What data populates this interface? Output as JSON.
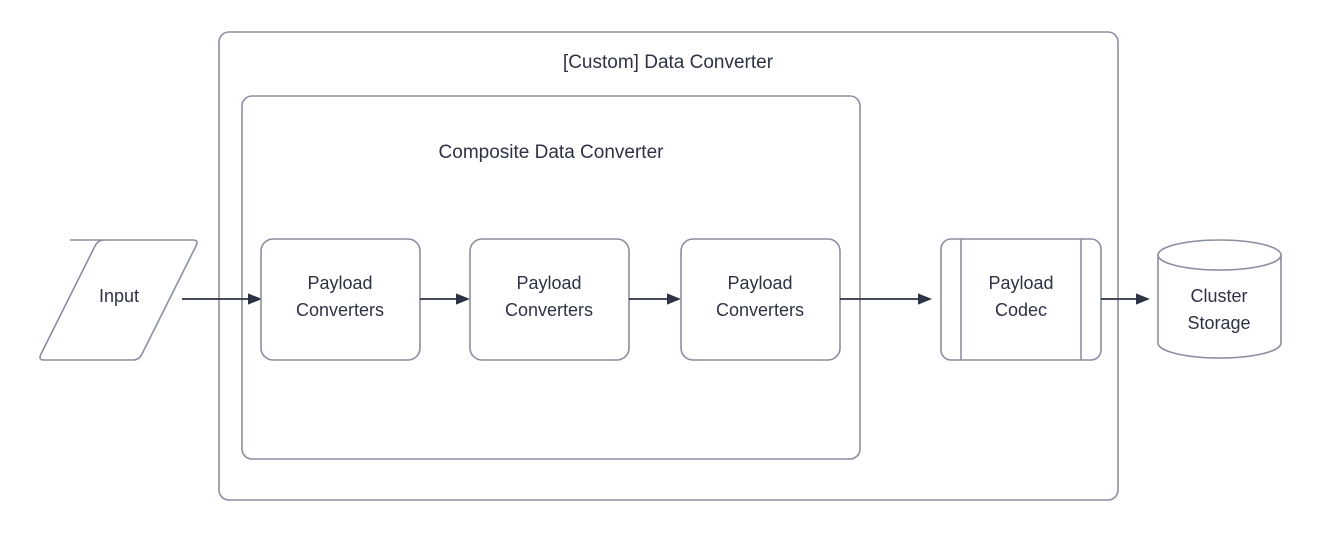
{
  "diagram": {
    "type": "flowchart",
    "background_color": "#ffffff",
    "stroke_color": "#8a8fa0",
    "connector_color": "#2d3344",
    "text_color": "#2d3344",
    "containers": [
      {
        "id": "custom-data-converter",
        "title": "[Custom] Data Converter",
        "shape": "rounded-rectangle"
      },
      {
        "id": "composite-data-converter",
        "title": "Composite Data Converter",
        "shape": "rounded-rectangle"
      }
    ],
    "nodes": [
      {
        "id": "input",
        "label": "Input",
        "shape": "parallelogram"
      },
      {
        "id": "payload-converters-1",
        "label_line1": "Payload",
        "label_line2": "Converters",
        "shape": "rounded-rectangle"
      },
      {
        "id": "payload-converters-2",
        "label_line1": "Payload",
        "label_line2": "Converters",
        "shape": "rounded-rectangle"
      },
      {
        "id": "payload-converters-3",
        "label_line1": "Payload",
        "label_line2": "Converters",
        "shape": "rounded-rectangle"
      },
      {
        "id": "payload-codec",
        "label_line1": "Payload",
        "label_line2": "Codec",
        "shape": "predefined-process"
      },
      {
        "id": "cluster-storage",
        "label_line1": "Cluster",
        "label_line2": "Storage",
        "shape": "cylinder"
      }
    ],
    "edges": [
      {
        "id": "edge-input-to-pc1",
        "from": "input",
        "to": "payload-converters-1",
        "style": "solid-arrow"
      },
      {
        "id": "edge-pc1-to-pc2",
        "from": "payload-converters-1",
        "to": "payload-converters-2",
        "style": "solid-arrow"
      },
      {
        "id": "edge-pc2-to-pc3",
        "from": "payload-converters-2",
        "to": "payload-converters-3",
        "style": "solid-arrow"
      },
      {
        "id": "edge-pc3-to-codec",
        "from": "payload-converters-3",
        "to": "payload-codec",
        "style": "solid-arrow"
      },
      {
        "id": "edge-codec-to-storage",
        "from": "payload-codec",
        "to": "cluster-storage",
        "style": "solid-arrow"
      }
    ]
  }
}
